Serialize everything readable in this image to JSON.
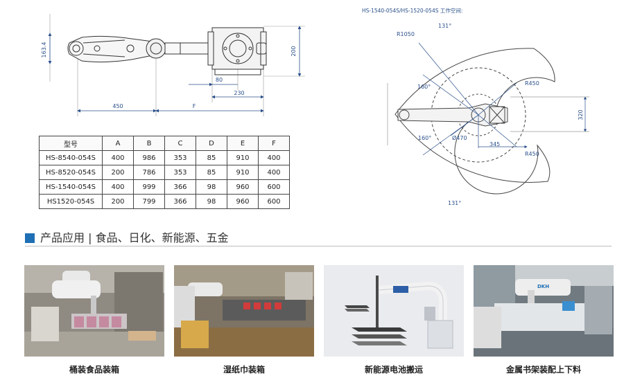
{
  "drawing": {
    "dim_163": "163.4",
    "dim_200": "200",
    "dim_80": "80",
    "dim_230": "230",
    "dim_450": "450",
    "dim_F": "F"
  },
  "workspace": {
    "title": "HS-1540-054S/HS-1520-054S 工作空间:",
    "r1050": "R1050",
    "angle_131_top": "131°",
    "angle_131_bottom": "131°",
    "angle_160_top": "160°",
    "angle_160_bottom": "160°",
    "r450_top": "R450",
    "r450_bottom": "R450",
    "dia_470": "Ø470",
    "dim_345": "345",
    "dim_320": "320"
  },
  "spec_table": {
    "headers": [
      "型号",
      "A",
      "B",
      "C",
      "D",
      "E",
      "F"
    ],
    "rows": [
      [
        "HS-8540-054S",
        "400",
        "986",
        "353",
        "85",
        "910",
        "400"
      ],
      [
        "HS-8520-054S",
        "200",
        "786",
        "353",
        "85",
        "910",
        "400"
      ],
      [
        "HS-1540-054S",
        "400",
        "999",
        "366",
        "98",
        "960",
        "600"
      ],
      [
        "HS1520-054S",
        "200",
        "799",
        "366",
        "98",
        "960",
        "600"
      ]
    ]
  },
  "section": {
    "title": "产品应用 | 食品、日化、新能源、五金"
  },
  "applications": [
    {
      "caption": "桶装食品装箱"
    },
    {
      "caption": "湿纸巾装箱"
    },
    {
      "caption": "新能源电池搬运"
    },
    {
      "caption": "金属书架装配上下料"
    }
  ],
  "brand": {
    "logo_text": "DKH"
  },
  "colors": {
    "accent": "#1f6fb5",
    "dim_blue": "#2a4f8a"
  }
}
